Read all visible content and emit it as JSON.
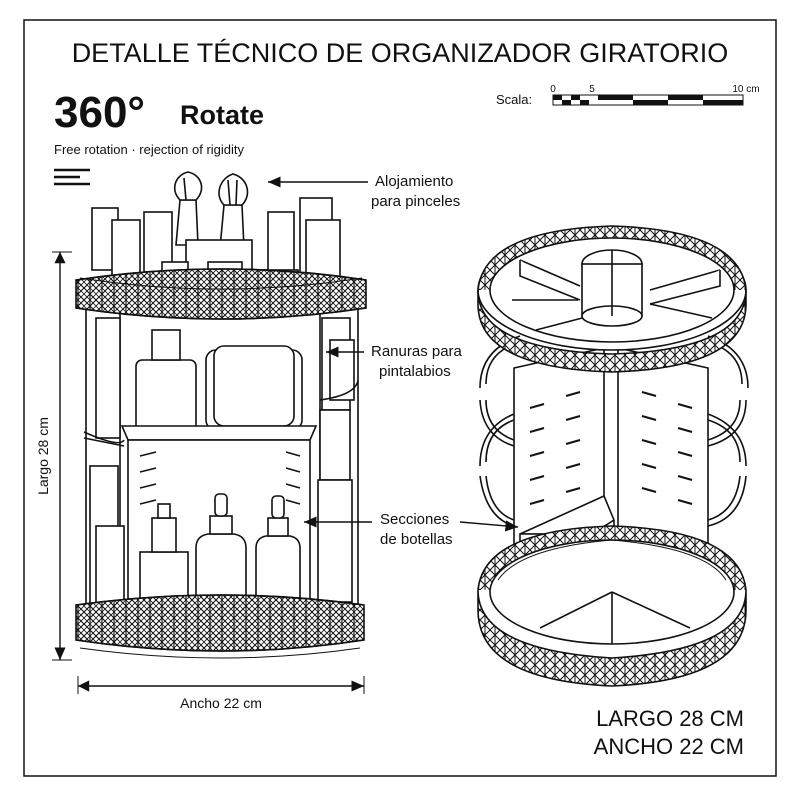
{
  "title": "DETALLE TÉCNICO DE ORGANIZADOR GIRATORIO",
  "badge": {
    "big": "360°",
    "word": "Rotate",
    "subtitle": "Free rotation · rejection of rigidity"
  },
  "scale": {
    "label": "Scala:",
    "ticks": [
      "0",
      "5",
      "10 cm"
    ]
  },
  "callouts": {
    "brushes": [
      "Alojamiento",
      "para pinceles"
    ],
    "lipstick": [
      "Ranuras para",
      "pintalabios"
    ],
    "bottles": [
      "Secciones",
      "de botellas"
    ]
  },
  "dimensions": {
    "height_label": "Largo 28 cm",
    "width_label": "Ancho 22 cm"
  },
  "specs": {
    "length": "LARGO 28 CM",
    "width": "ANCHO 22 CM"
  },
  "icons": [
    "menu-icon"
  ],
  "colors": {
    "line": "#111111",
    "paper": "#ffffff"
  }
}
